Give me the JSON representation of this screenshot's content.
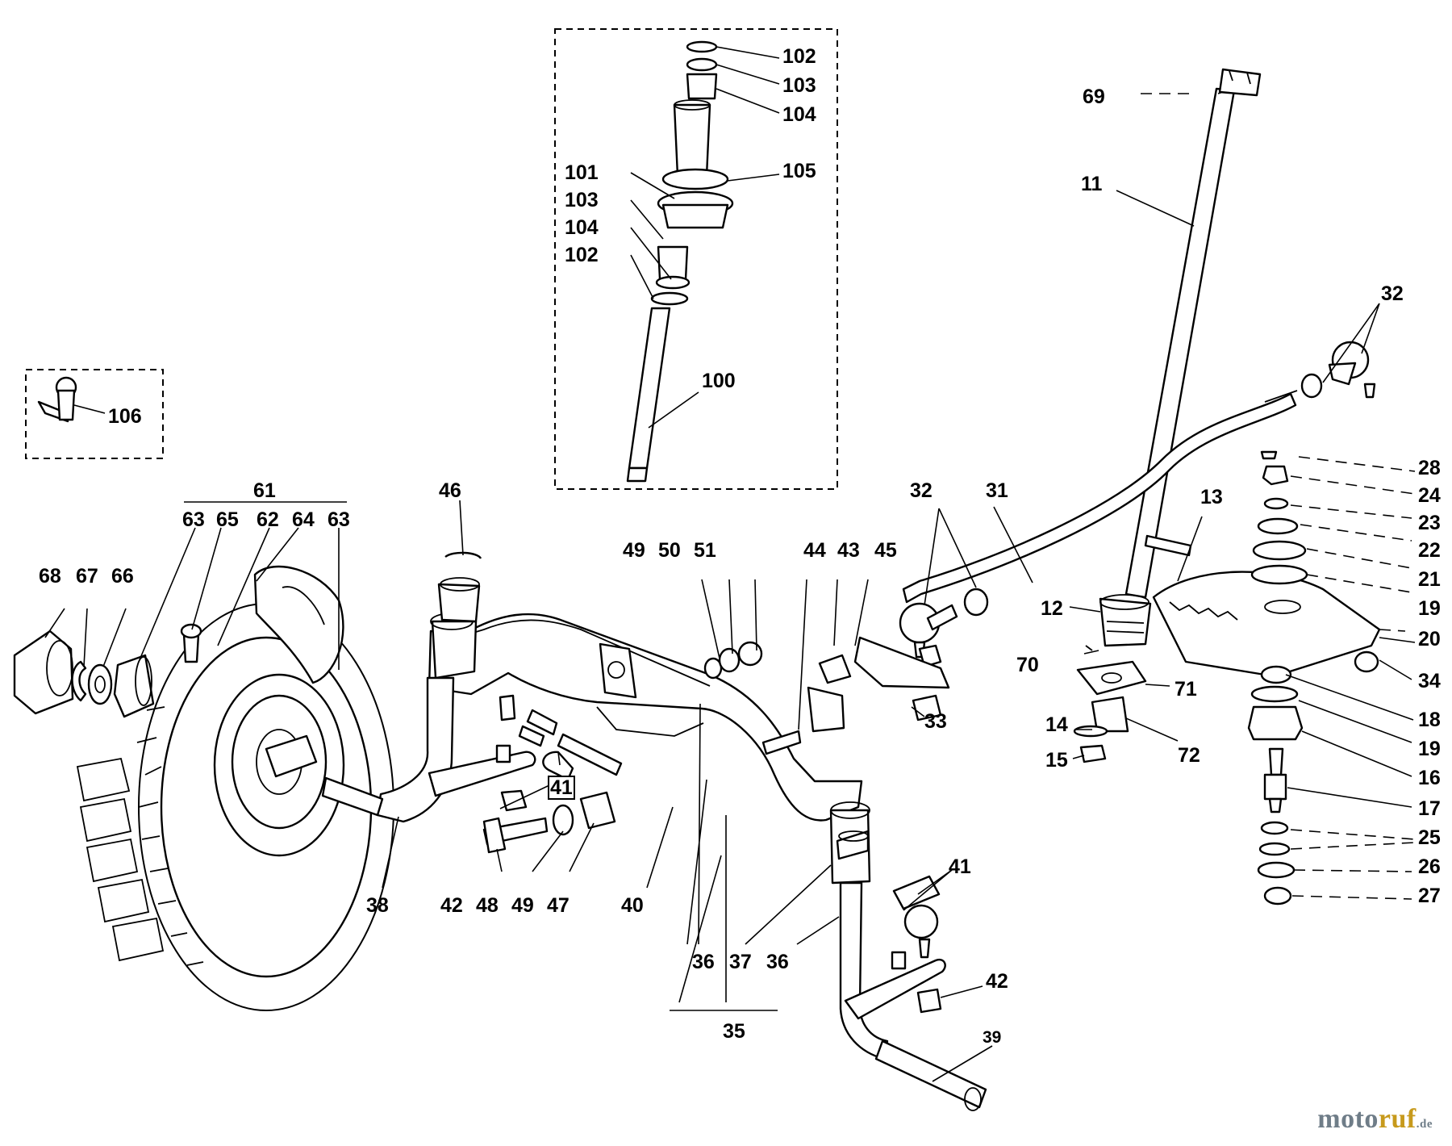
{
  "diagram": {
    "callouts": {
      "n102a": "102",
      "n103a": "103",
      "n104a": "104",
      "n105": "105",
      "n101": "101",
      "n103b": "103",
      "n104b": "104",
      "n102b": "102",
      "n100": "100",
      "n69": "69",
      "n11": "11",
      "n32a": "32",
      "n32b": "32",
      "n31": "31",
      "n13": "13",
      "n28": "28",
      "n24": "24",
      "n23": "23",
      "n22": "22",
      "n21": "21",
      "n19a": "19",
      "n20": "20",
      "n34": "34",
      "n18": "18",
      "n19b": "19",
      "n16": "16",
      "n17": "17",
      "n25": "25",
      "n26": "26",
      "n27": "27",
      "n12": "12",
      "n70": "70",
      "n71": "71",
      "n14": "14",
      "n15": "15",
      "n72": "72",
      "n106": "106",
      "n61": "61",
      "n63a": "63",
      "n65": "65",
      "n62": "62",
      "n64": "64",
      "n63b": "63",
      "n68": "68",
      "n67": "67",
      "n66": "66",
      "n46": "46",
      "n49a": "49",
      "n50": "50",
      "n51": "51",
      "n44": "44",
      "n43": "43",
      "n45": "45",
      "n33": "33",
      "n41a": "41",
      "n41b": "41",
      "n42a": "42",
      "n48": "48",
      "n49b": "49",
      "n47": "47",
      "n40": "40",
      "n38": "38",
      "n36a": "36",
      "n37": "37",
      "n36b": "36",
      "n35": "35",
      "n42b": "42",
      "n39": "39"
    }
  },
  "watermark": {
    "part1": "moto",
    "part2": "ruf",
    "part3": ".de"
  }
}
